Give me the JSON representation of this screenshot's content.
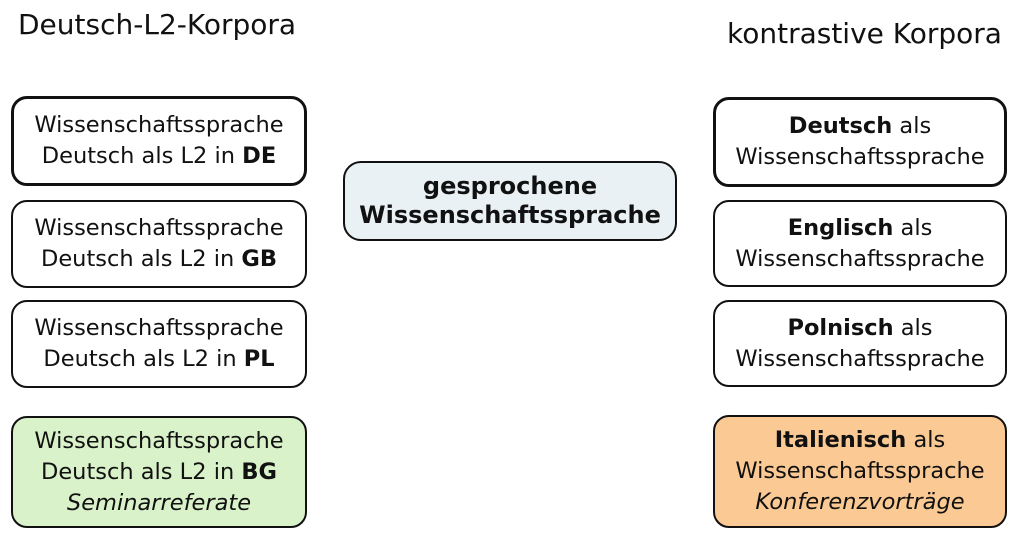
{
  "left_column": {
    "heading": "Deutsch-L2-Korpora",
    "boxes": [
      {
        "line1": "Wissenschaftssprache",
        "line2_text": "Deutsch als L2 in",
        "line2_bold": "DE",
        "thick_border": true,
        "fill": "#ffffff"
      },
      {
        "line1": "Wissenschaftssprache",
        "line2_text": "Deutsch als L2 in",
        "line2_bold": "GB",
        "thick_border": false,
        "fill": "#ffffff"
      },
      {
        "line1": "Wissenschaftssprache",
        "line2_text": "Deutsch als L2 in",
        "line2_bold": "PL",
        "thick_border": false,
        "fill": "#ffffff"
      },
      {
        "line1": "Wissenschaftssprache",
        "line2_text": "Deutsch als L2 in",
        "line2_bold": "BG",
        "line3_italic": "Seminarreferate",
        "thick_border": false,
        "fill": "#daf2ca"
      }
    ]
  },
  "right_column": {
    "heading": "kontrastive Korpora",
    "boxes": [
      {
        "line1_bold": "Deutsch",
        "line1_text": "als",
        "line2": "Wissenschaftssprache",
        "thick_border": true,
        "fill": "#ffffff"
      },
      {
        "line1_bold": "Englisch",
        "line1_text": "als",
        "line2": "Wissenschaftssprache",
        "thick_border": false,
        "fill": "#ffffff"
      },
      {
        "line1_bold": "Polnisch",
        "line1_text": "als",
        "line2": "Wissenschaftssprache",
        "thick_border": false,
        "fill": "#ffffff"
      },
      {
        "line1_bold": "Italienisch",
        "line1_text": "als",
        "line2": "Wissenschaftssprache",
        "line3_italic": "Konferenzvorträge",
        "thick_border": false,
        "fill": "#fbc993"
      }
    ]
  },
  "center_box": {
    "line1": "gesprochene",
    "line2": "Wissenschaftssprache",
    "fill": "#e9f1f4"
  },
  "colors": {
    "border": "#111111",
    "green_fill": "#daf2ca",
    "orange_fill": "#fbc993",
    "center_fill": "#e9f1f4",
    "background": "#ffffff"
  }
}
